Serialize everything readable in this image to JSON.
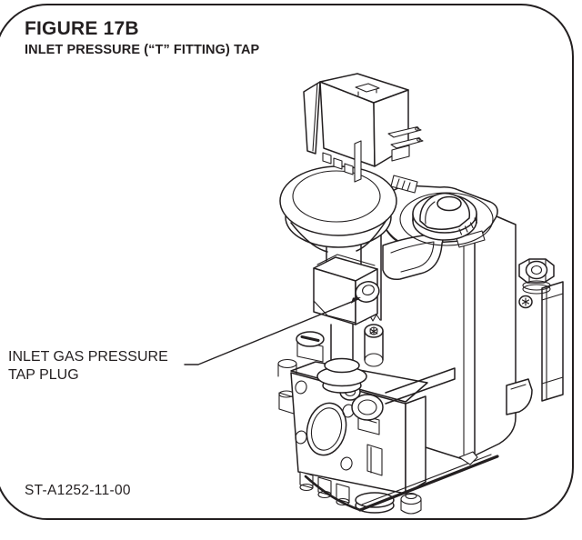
{
  "figure": {
    "title": "FIGURE 17B",
    "subtitle": "INLET PRESSURE (“T” FITTING) TAP"
  },
  "callout": {
    "line1": "INLET GAS PRESSURE",
    "line2": "TAP PLUG"
  },
  "footer": {
    "drawing_code": "ST-A1252-11-00"
  },
  "illustration": {
    "subject": "gas valve line drawing",
    "labeled_part": "inlet gas pressure tap plug"
  },
  "colors": {
    "line": "#231f20",
    "background": "#ffffff"
  }
}
